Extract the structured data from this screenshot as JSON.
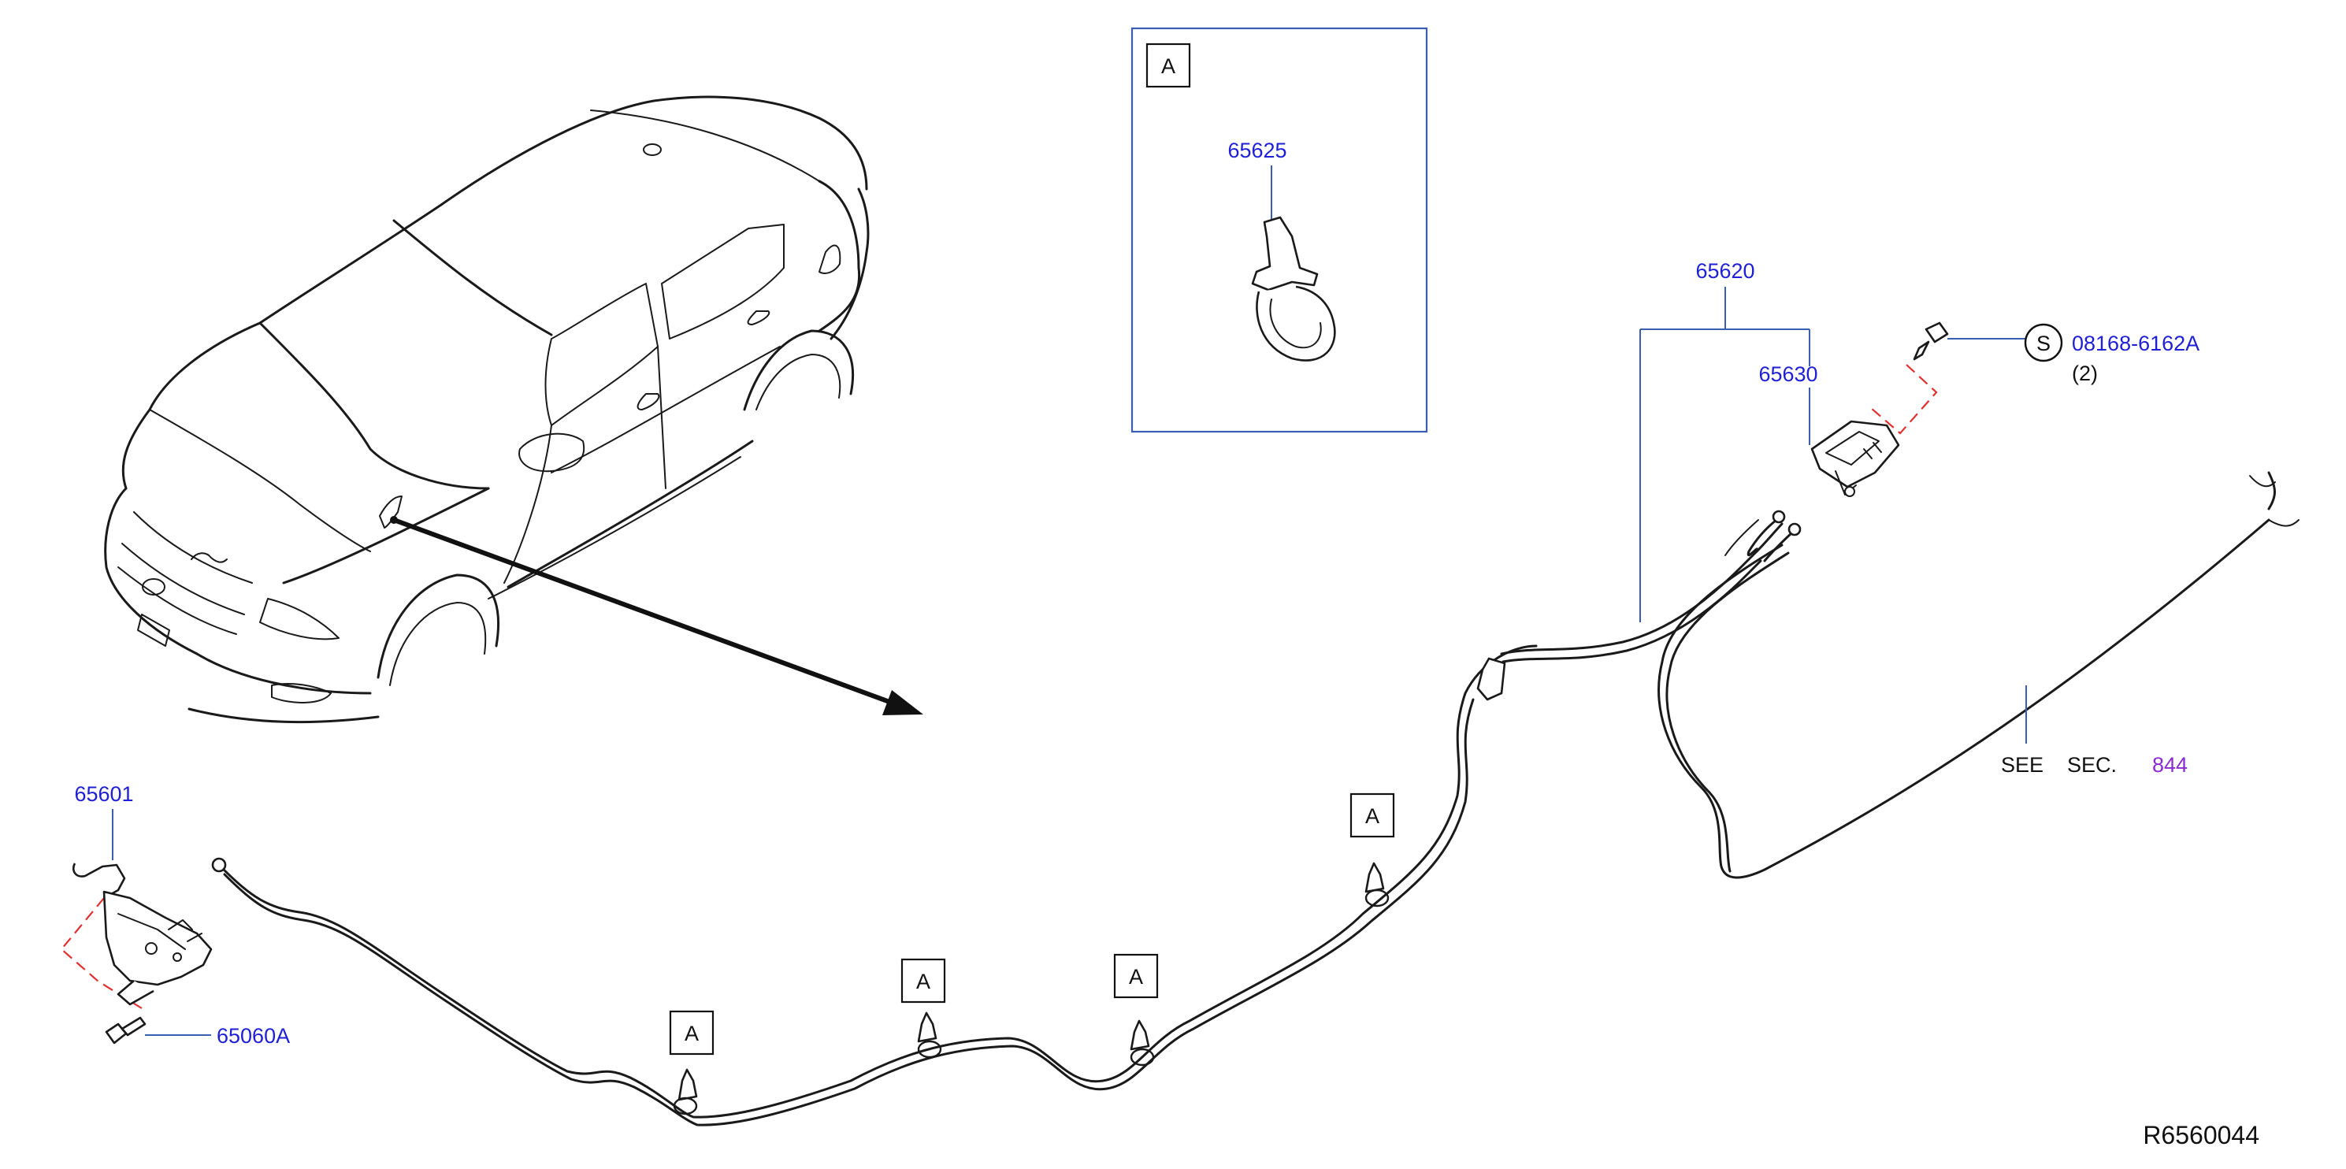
{
  "colors": {
    "part_number": "#1f1fd6",
    "section_ref": "#8a2bd0",
    "text": "#111111",
    "line": "#1a1a1a",
    "dashed_guide": "#e03030",
    "frame": "#3a5fb0"
  },
  "diagram_id": "R6560044",
  "callout_letter": "A",
  "inset": {
    "letter": "A",
    "part": "65625"
  },
  "parts": {
    "cable": "65620",
    "handle": "65630",
    "lock": "65601",
    "lock_bolt": "65060A",
    "handle_bolt": "08168-6162A",
    "handle_bolt_qty": "(2)",
    "handle_bolt_symbol": "S"
  },
  "see_section": {
    "see": "SEE",
    "sec": "SEC.",
    "number": "844"
  }
}
